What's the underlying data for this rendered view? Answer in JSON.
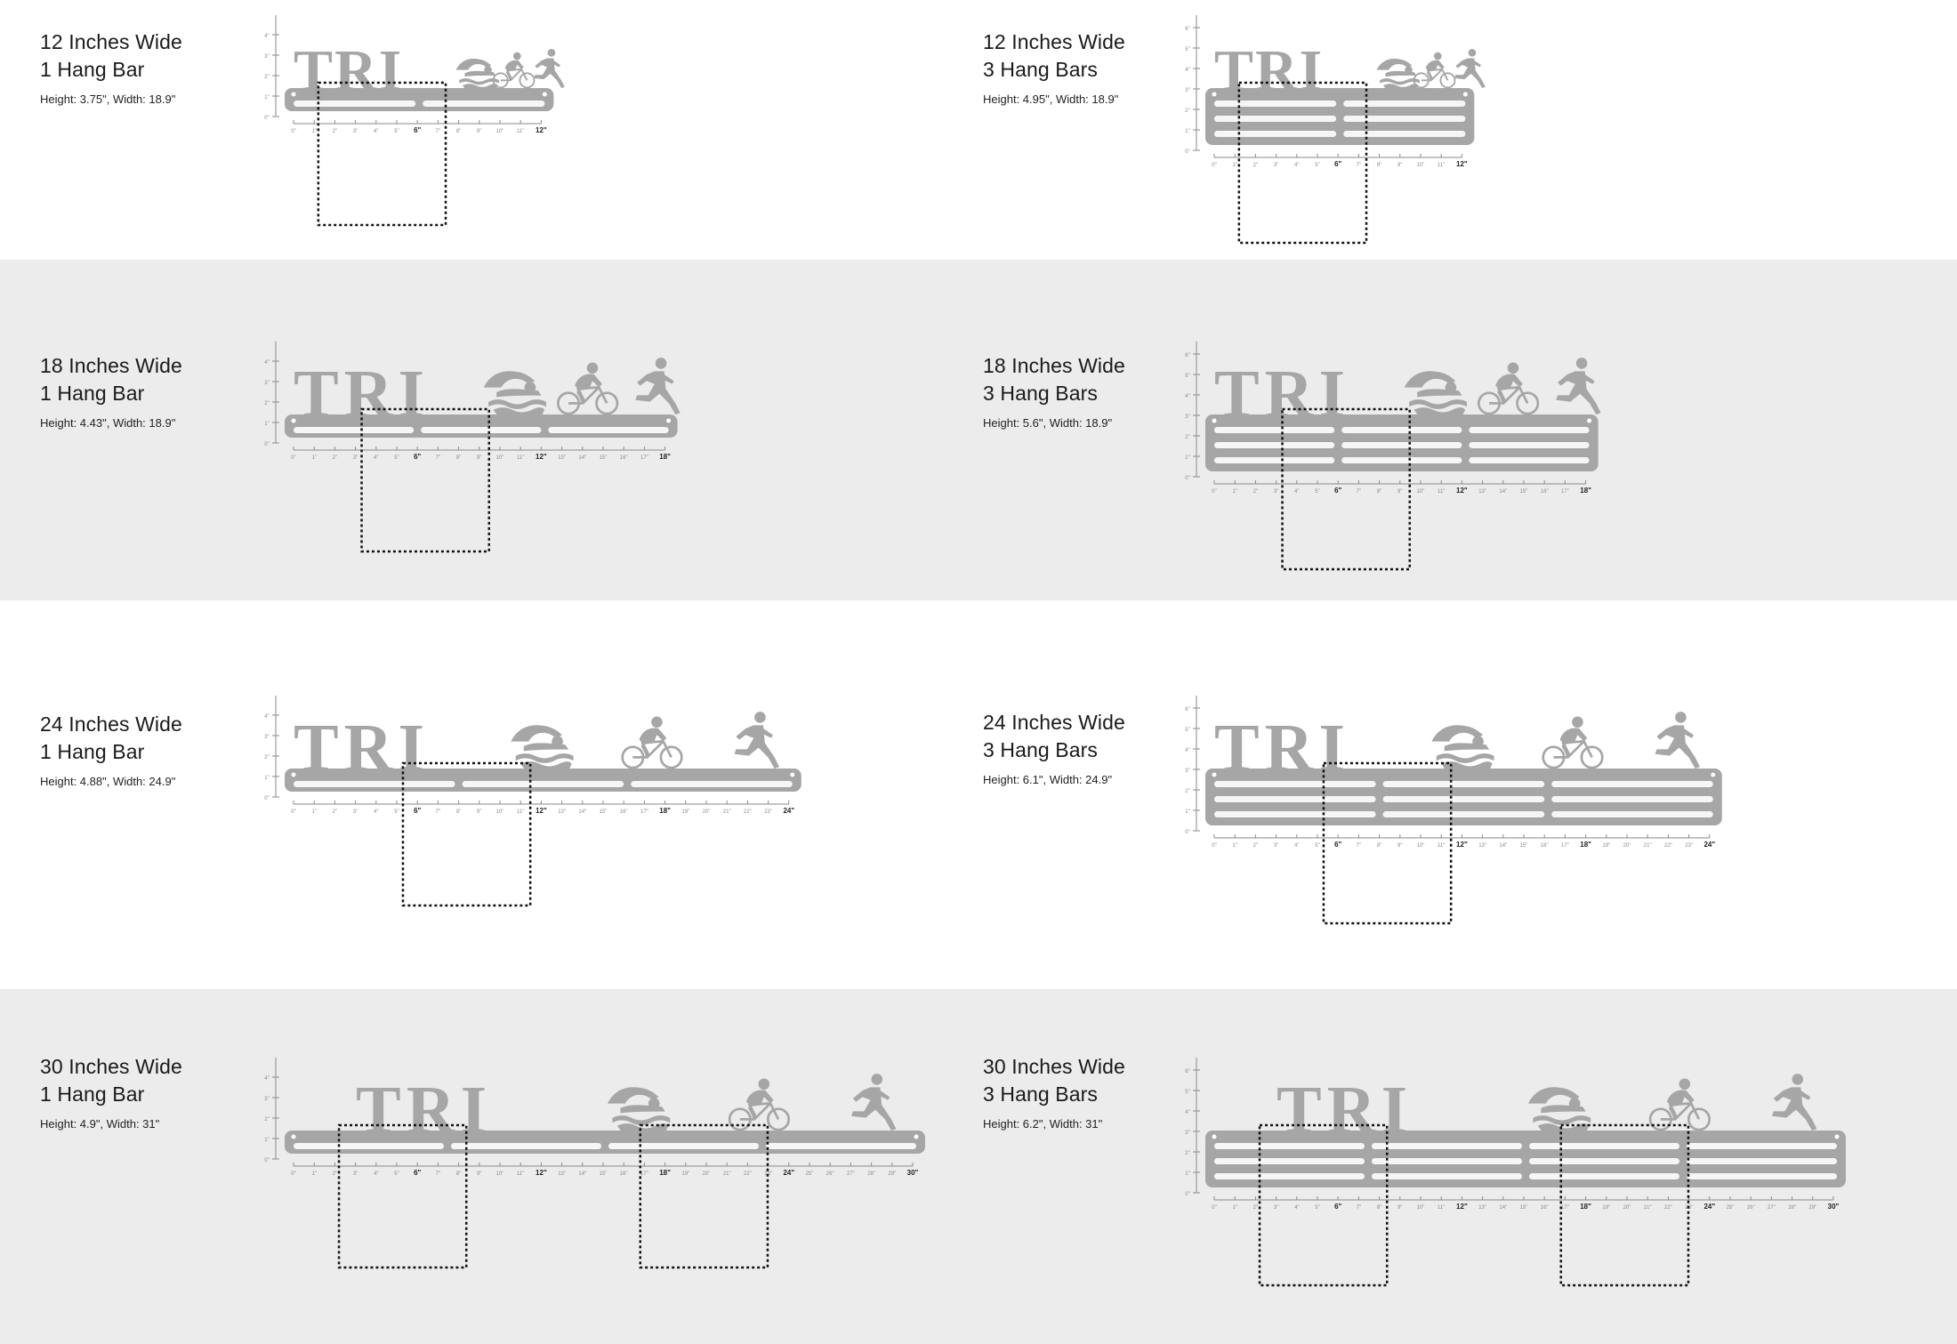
{
  "colors": {
    "steel": "#a6a6a6",
    "steel_light": "#b8b8b8",
    "gray_band": "#ececec",
    "white_band": "#ffffff",
    "text": "#1a1a1a",
    "ruler": "#8a8a8a"
  },
  "tri_text": "TRI",
  "icons": [
    "swimmer-icon",
    "cyclist-icon",
    "runner-icon"
  ],
  "rows": [
    {
      "band": "white",
      "items": [
        {
          "line1": "12 Inches Wide",
          "line2": "1 Hang Bar",
          "dims": "Height: 3.75\",   Width: 18.9\"",
          "width_in": 12,
          "bars": 1,
          "outlines": 1
        },
        {
          "line1": "12 Inches Wide",
          "line2": "3 Hang Bars",
          "dims": "Height: 4.95\",   Width: 18.9\"",
          "width_in": 12,
          "bars": 3,
          "outlines": 1
        }
      ]
    },
    {
      "band": "gray",
      "items": [
        {
          "line1": "18 Inches Wide",
          "line2": "1 Hang Bar",
          "dims": "Height: 4.43\",   Width: 18.9\"",
          "width_in": 18,
          "bars": 1,
          "outlines": 1
        },
        {
          "line1": "18 Inches Wide",
          "line2": "3 Hang Bars",
          "dims": "Height: 5.6\",   Width: 18.9\"",
          "width_in": 18,
          "bars": 3,
          "outlines": 1
        }
      ]
    },
    {
      "band": "white",
      "items": [
        {
          "line1": "24 Inches Wide",
          "line2": "1 Hang Bar",
          "dims": "Height: 4.88\",   Width: 24.9\"",
          "width_in": 24,
          "bars": 1,
          "outlines": 1
        },
        {
          "line1": "24 Inches Wide",
          "line2": "3 Hang Bars",
          "dims": "Height: 6.1\",   Width: 24.9\"",
          "width_in": 24,
          "bars": 3,
          "outlines": 1
        }
      ]
    },
    {
      "band": "gray",
      "items": [
        {
          "line1": "30 Inches Wide",
          "line2": "1 Hang Bar",
          "dims": "Height: 4.9\",   Width: 31\"",
          "width_in": 30,
          "bars": 1,
          "outlines": 2
        },
        {
          "line1": "30 Inches Wide",
          "line2": "3 Hang Bars",
          "dims": "Height: 6.2\",   Width: 31\"",
          "width_in": 30,
          "bars": 3,
          "outlines": 2
        }
      ]
    }
  ]
}
